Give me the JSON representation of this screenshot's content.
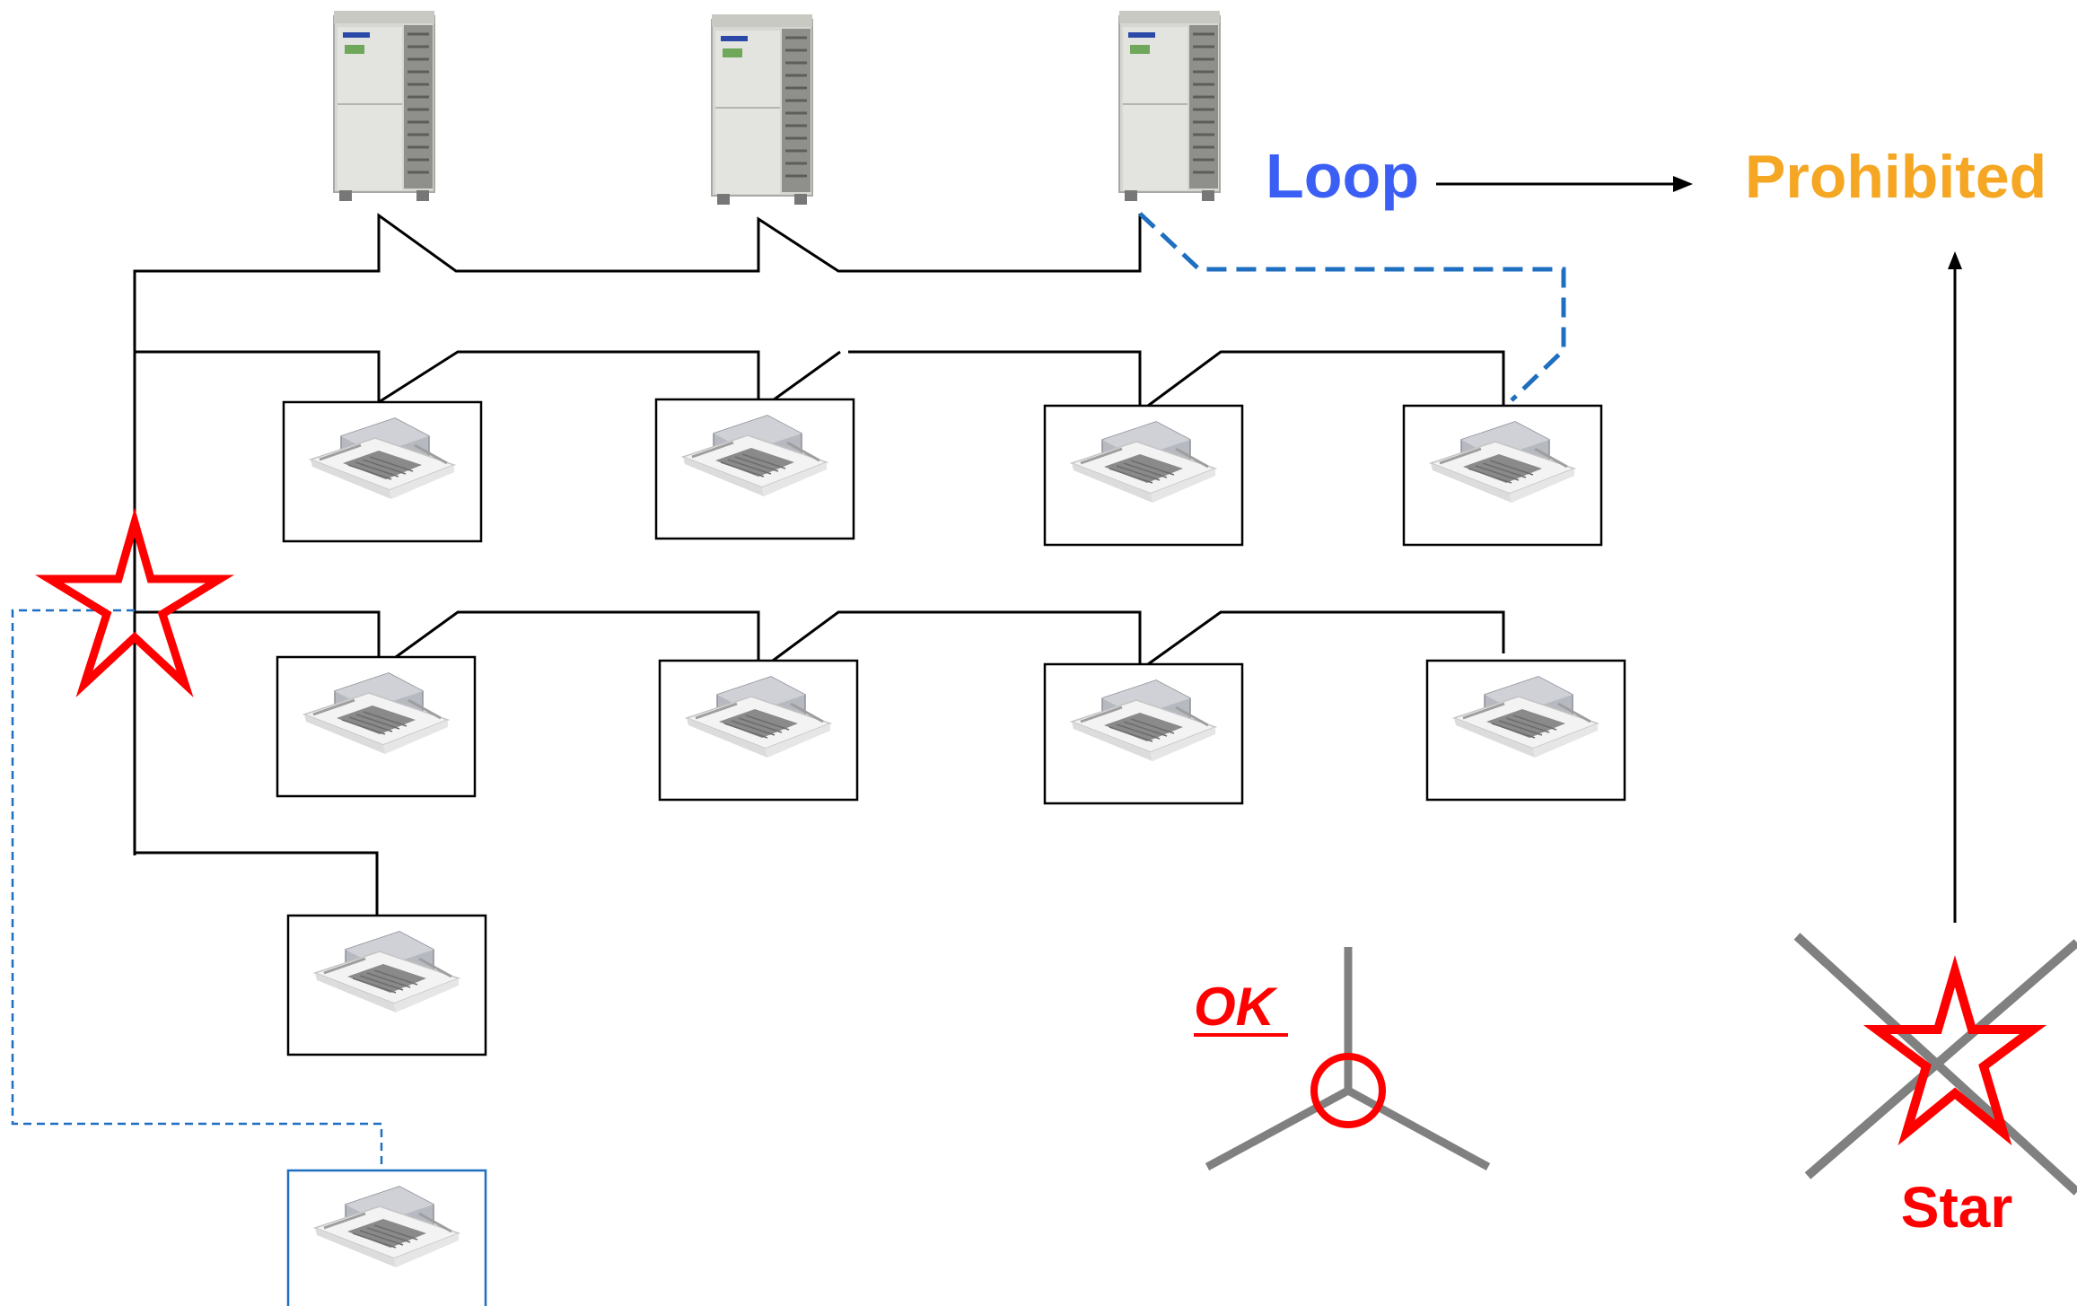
{
  "labels": {
    "loop": "Loop",
    "prohibited": "Prohibited",
    "ok": "OK",
    "star": "Star"
  },
  "colors": {
    "wire": "#000000",
    "loop_text": "#3b5ff5",
    "prohibited_text": "#f5a623",
    "alert_red": "#ff0000",
    "dashed_blue": "#1f6fc0",
    "grey_symbol": "#808080",
    "unit_body": "#dcdcd8",
    "cassette_panel": "#f4f4f4"
  },
  "icons": {
    "outdoor_unit": "vrf-outdoor-unit-icon",
    "indoor_unit": "ceiling-cassette-icon",
    "star_mark": "star-outline-icon",
    "arrow": "arrow-icon",
    "cross": "x-cross-icon",
    "junction_ok": "y-junction-icon"
  }
}
